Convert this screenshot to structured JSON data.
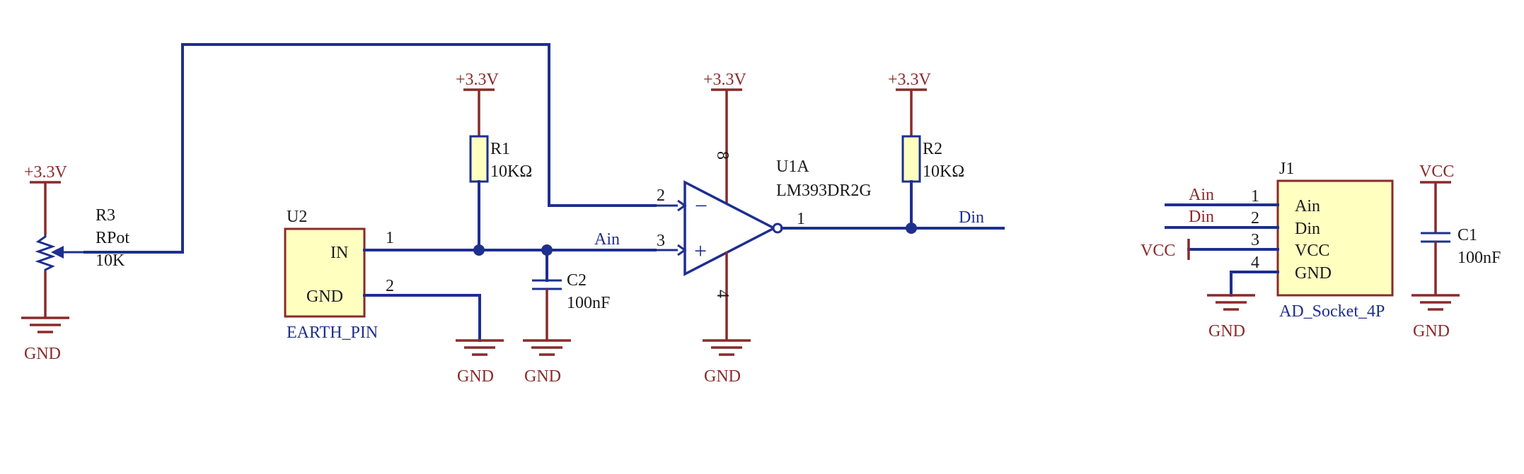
{
  "power": {
    "p33": "+3.3V",
    "gnd": "GND",
    "vcc": "VCC"
  },
  "r3": {
    "ref": "R3",
    "type": "RPot",
    "value": "10K"
  },
  "r1": {
    "ref": "R1",
    "value": "10KΩ"
  },
  "r2": {
    "ref": "R2",
    "value": "10KΩ"
  },
  "c2": {
    "ref": "C2",
    "value": "100nF"
  },
  "c1": {
    "ref": "C1",
    "value": "100nF"
  },
  "u2": {
    "ref": "U2",
    "name": "EARTH_PIN",
    "pins": [
      {
        "label": "IN",
        "num": "1"
      },
      {
        "label": "GND",
        "num": "2"
      }
    ]
  },
  "u1a": {
    "ref": "U1A",
    "part": "LM393DR2G",
    "pins": {
      "inv": "2",
      "noninv": "3",
      "out": "1",
      "vplus": "8",
      "vminus": "4"
    },
    "signs": {
      "minus": "−",
      "plus": "+"
    }
  },
  "nets": {
    "ain": "Ain",
    "din": "Din"
  },
  "j1": {
    "ref": "J1",
    "name": "AD_Socket_4P",
    "pins": [
      {
        "num": "1",
        "label": "Ain",
        "net": "Ain"
      },
      {
        "num": "2",
        "label": "Din",
        "net": "Din"
      },
      {
        "num": "3",
        "label": "VCC",
        "net": "VCC"
      },
      {
        "num": "4",
        "label": "GND",
        "net": ""
      }
    ]
  }
}
